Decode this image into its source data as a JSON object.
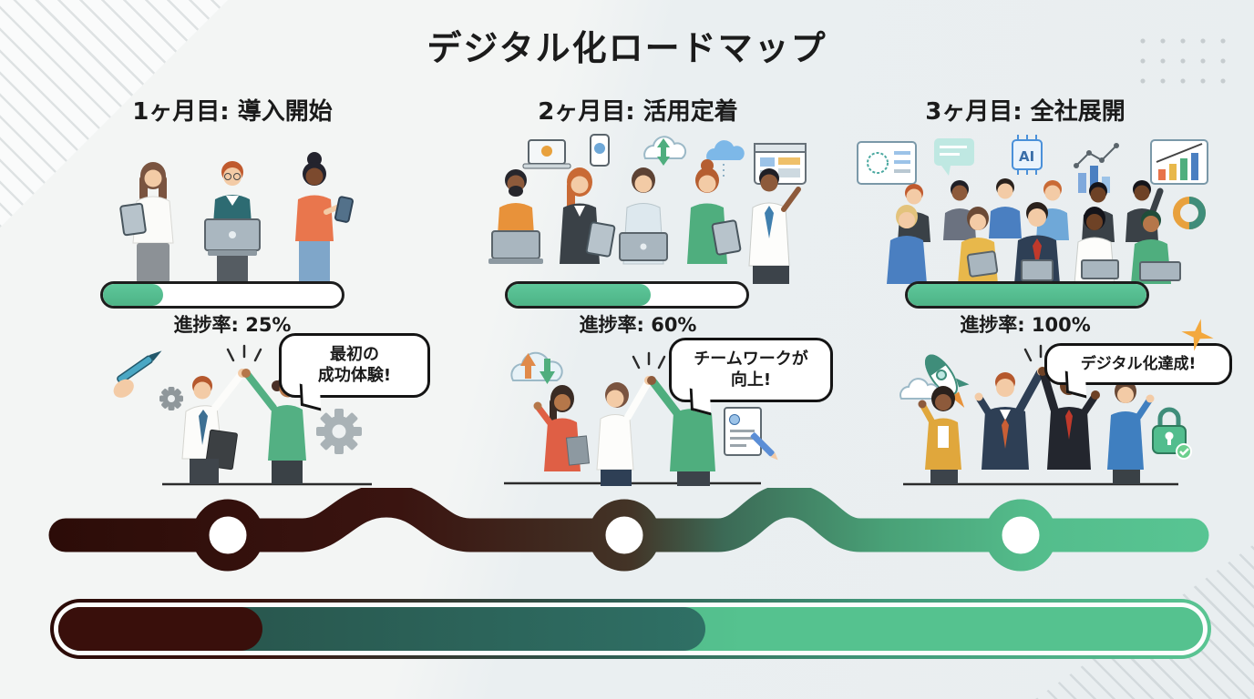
{
  "title": "デジタル化ロードマップ",
  "milestones": [
    {
      "heading": "1ヶ月目: 導入開始",
      "progress_label": "進捗率: 25%",
      "progress_percent": 25,
      "bubble_lines": [
        "最初の",
        "成功体験!"
      ]
    },
    {
      "heading": "2ヶ月目: 活用定着",
      "progress_label": "進捗率: 60%",
      "progress_percent": 60,
      "bubble_lines": [
        "チームワークが",
        "向上!"
      ]
    },
    {
      "heading": "3ヶ月目: 全社展開",
      "progress_label": "進捗率: 100%",
      "progress_percent": 100,
      "bubble_lines": [
        "デジタル化達成!"
      ]
    }
  ],
  "icons": {
    "ai_chip": "AI",
    "sparkle": "✦",
    "gear": "⚙",
    "rocket": "🚀",
    "lock": "🔒",
    "pen": "✎",
    "cloud_sync": "☁",
    "document": "🗎"
  },
  "colors": {
    "progress_green": "#4fbd8c",
    "road_start": "#2c0c08",
    "road_mid": "#2f6b5f",
    "road_end": "#58c593",
    "ink": "#1b1b1b"
  },
  "bottom_bar": {
    "segments": [
      {
        "name": "phase1-dark",
        "color": "#390f0b",
        "width_percent": 17.8
      },
      {
        "name": "phase2-teal",
        "color": "#2f7065",
        "width_percent": 56.5
      },
      {
        "name": "phase3-green",
        "color": "#55c28f",
        "width_percent": 100
      }
    ]
  }
}
